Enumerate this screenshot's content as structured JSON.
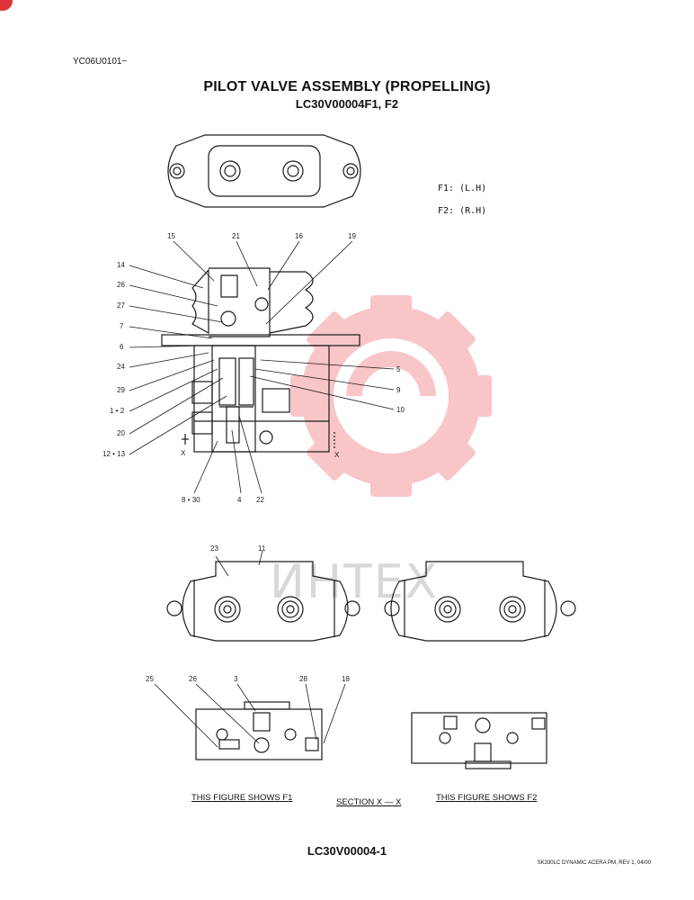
{
  "header": {
    "serial": "YC06U0101~",
    "title": "PILOT VALVE ASSEMBLY (PROPELLING)",
    "subtitle": "LC30V00004F1, F2"
  },
  "legend": {
    "f1": "F1: (L.H)",
    "f2": "F2: (R.H)"
  },
  "callouts": {
    "c15": "15",
    "c21": "21",
    "c16": "16",
    "c19": "19",
    "c14": "14",
    "c26a": "26",
    "c27": "27",
    "c7": "7",
    "c6": "6",
    "c24": "24",
    "c29": "29",
    "c12": "1 • 2",
    "c20": "20",
    "c1213": "12 • 13",
    "c5": "5",
    "c9": "9",
    "c10": "10",
    "c830": "8 • 30",
    "c4": "4",
    "c22": "22",
    "c23": "23",
    "c11": "11",
    "c25": "25",
    "c26b": "26",
    "c3": "3",
    "c28": "28",
    "c18": "18",
    "x1": "X",
    "x2": "X"
  },
  "captions": {
    "f1_view": "THIS FIGURE SHOWS   F1",
    "section": "SECTION  X — X",
    "f2_view": "THIS FIGURE SHOWS   F2"
  },
  "footer": {
    "doc_number": "LC30V00004-1",
    "footnote": "SK330LC DYNAMIC ACERA PM, REV 1, 04/00"
  },
  "watermark": {
    "text": "ИНТЕХ",
    "color": "#e8323c"
  }
}
